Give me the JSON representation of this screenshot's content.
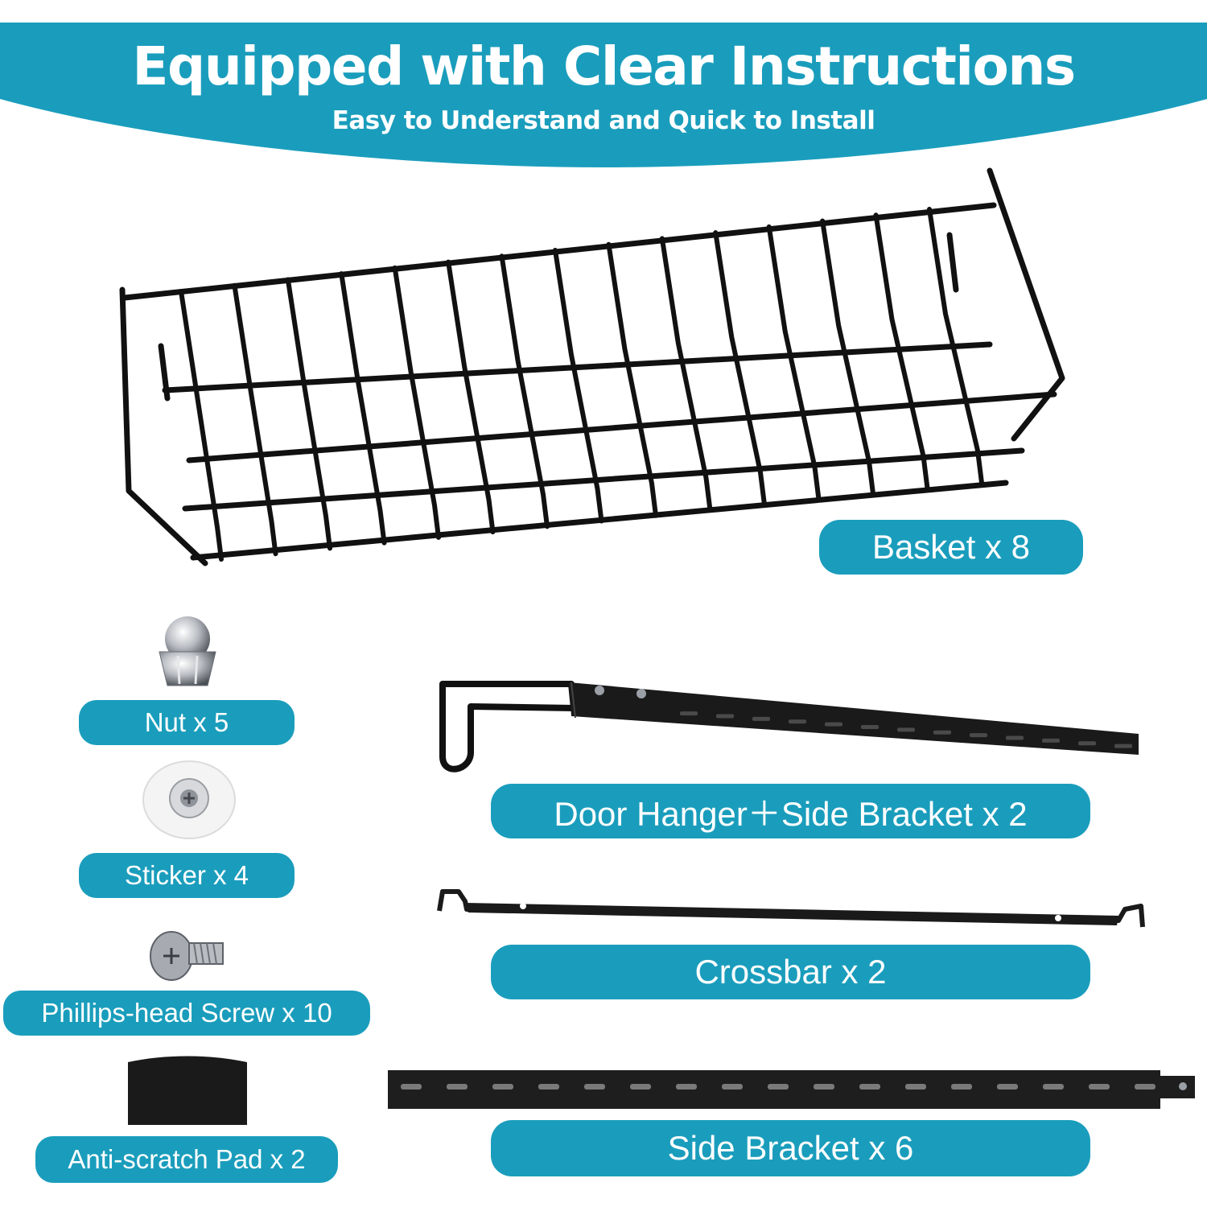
{
  "header": {
    "title": "Equipped with Clear Instructions",
    "subtitle": "Easy to Understand and Quick to Install",
    "band_color": "#1a9dbc"
  },
  "accent_color": "#1a9dbc",
  "parts": {
    "basket": {
      "label": "Basket x 8",
      "icon": "wire-basket-icon"
    },
    "nut": {
      "label": "Nut x 5",
      "icon": "cap-nut-icon"
    },
    "sticker": {
      "label": "Sticker x 4",
      "icon": "adhesive-sticker-icon"
    },
    "screw": {
      "label": "Phillips-head Screw x 10",
      "icon": "screw-icon"
    },
    "pad": {
      "label": "Anti-scratch Pad x 2",
      "icon": "foam-pad-icon"
    },
    "door_hanger": {
      "label": "Door Hanger＋Side Bracket x 2",
      "icon": "door-hanger-bracket-icon"
    },
    "crossbar": {
      "label": "Crossbar x 2",
      "icon": "crossbar-icon"
    },
    "side_bracket": {
      "label": "Side Bracket x 6",
      "icon": "side-bracket-icon"
    }
  }
}
